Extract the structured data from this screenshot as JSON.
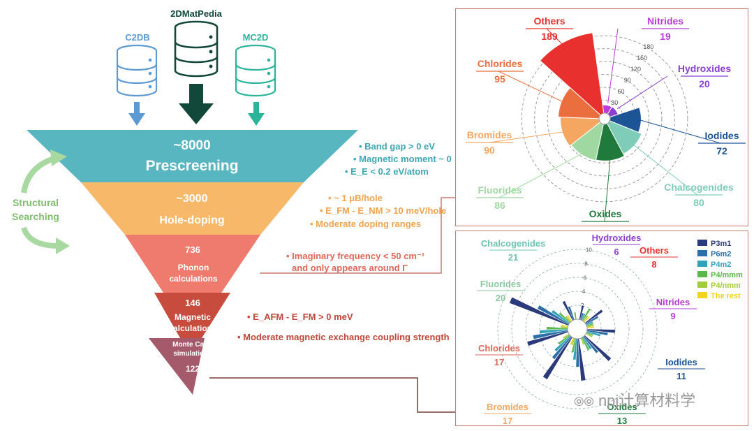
{
  "databases": [
    {
      "name": "C2DB",
      "color": "#5d9ad4"
    },
    {
      "name": "2DMatPedia",
      "color": "#12483a"
    },
    {
      "name": "MC2D",
      "color": "#2ab49a"
    }
  ],
  "structural_searching": "Structural Searching",
  "levels": [
    {
      "count": "~8000",
      "name": "Prescreening",
      "color": "#58b6c0"
    },
    {
      "count": "~3000",
      "name": "Hole-doping",
      "color": "#f7b86a"
    },
    {
      "count": "736",
      "name": "Phonon calculations",
      "color": "#ef7a6e"
    },
    {
      "count": "146",
      "name": "Magnetic calculations",
      "color": "#c74c3e"
    },
    {
      "count": "122",
      "name": "Monte Carlo simulations",
      "color": "#a55a6c"
    }
  ],
  "criteria": {
    "prescreening": [
      "• Band gap > 0 eV",
      "• Magnetic moment ~ 0",
      "• E_E < 0.2 eV/atom"
    ],
    "holedoping": [
      "• ~ 1 μB/hole",
      "• E_FM - E_NM > 10 meV/hole",
      "• Moderate doping ranges"
    ],
    "phonon": [
      "• Imaginary frequency < 50 cm⁻¹",
      "and only appears around Γ"
    ],
    "magnetic": [
      "• E_AFM - E_FM > 0 meV",
      "• Moderate magnetic exchange coupling strength"
    ]
  },
  "colors": {
    "prescreen_text": "#3ea8b4",
    "holedope_text": "#f0a450",
    "phonon_text": "#e0665a",
    "magnetic_text": "#c0463a",
    "frame": "#c97a70"
  },
  "chart_data": [
    {
      "type": "polar-bar",
      "radial_ticks": [
        30,
        60,
        90,
        120,
        150,
        180
      ],
      "rlim": [
        0,
        190
      ],
      "categories": [
        {
          "name": "Others",
          "value": 189,
          "color": "#e8302f"
        },
        {
          "name": "Nitrides",
          "value": 19,
          "color": "#b93cd6"
        },
        {
          "name": "Hydroxides",
          "value": 20,
          "color": "#8a3fd0"
        },
        {
          "name": "Iodides",
          "value": 72,
          "color": "#1d5496"
        },
        {
          "name": "Chalcogenides",
          "value": 80,
          "color": "#7fcdb8"
        },
        {
          "name": "Oxides",
          "value": 85,
          "color": "#1f7a3c"
        },
        {
          "name": "Fluorides",
          "value": 86,
          "color": "#9fd8a0"
        },
        {
          "name": "Bromides",
          "value": 90,
          "color": "#f5a660"
        },
        {
          "name": "Chlorides",
          "value": 95,
          "color": "#eb6e3e"
        }
      ]
    },
    {
      "type": "polar-bar",
      "radial_ticks": [
        2,
        4,
        6,
        8,
        10
      ],
      "legend": [
        {
          "name": "P3m1",
          "color": "#2b3a7a"
        },
        {
          "name": "P6m2",
          "color": "#2c6fa8"
        },
        {
          "name": "P4m2",
          "color": "#31a3b8"
        },
        {
          "name": "P4/mmm",
          "color": "#5cb84a"
        },
        {
          "name": "P4/nmm",
          "color": "#a2cc3a"
        },
        {
          "name": "The rest",
          "color": "#f2d420"
        }
      ],
      "categories": [
        {
          "name": "Hydroxides",
          "total": 6,
          "color": "#8a3fd0"
        },
        {
          "name": "Others",
          "total": 8,
          "color": "#e8302f"
        },
        {
          "name": "Nitrides",
          "total": 9,
          "color": "#b93cd6"
        },
        {
          "name": "Iodides",
          "total": 11,
          "color": "#1d5496"
        },
        {
          "name": "Oxides",
          "total": 13,
          "color": "#1f7a3c"
        },
        {
          "name": "Bromides",
          "total": 17,
          "color": "#f5a660"
        },
        {
          "name": "Chlorides",
          "total": 17,
          "color": "#e0665a"
        },
        {
          "name": "Fluorides",
          "total": 20,
          "color": "#8ac8a0"
        },
        {
          "name": "Chalcogenides",
          "total": 21,
          "color": "#6ec4b0"
        }
      ],
      "bars": [
        {
          "cat": "Hydroxides",
          "values": [
            3,
            2,
            0,
            1,
            0,
            0
          ]
        },
        {
          "cat": "Others",
          "values": [
            2,
            1,
            1,
            2,
            1,
            1
          ]
        },
        {
          "cat": "Nitrides",
          "values": [
            3,
            2,
            1,
            1,
            1,
            1
          ]
        },
        {
          "cat": "Iodides",
          "values": [
            4,
            3,
            2,
            1,
            1,
            0
          ]
        },
        {
          "cat": "Oxides",
          "values": [
            5,
            3,
            2,
            2,
            1,
            0
          ]
        },
        {
          "cat": "Bromides",
          "values": [
            6,
            4,
            3,
            2,
            1,
            1
          ]
        },
        {
          "cat": "Chlorides",
          "values": [
            7,
            4,
            3,
            2,
            1,
            0
          ]
        },
        {
          "cat": "Fluorides",
          "values": [
            6,
            5,
            4,
            3,
            1,
            1
          ]
        },
        {
          "cat": "Chalcogenides",
          "values": [
            9,
            5,
            3,
            2,
            1,
            1
          ]
        }
      ]
    }
  ],
  "watermark": "npj计算材料学"
}
